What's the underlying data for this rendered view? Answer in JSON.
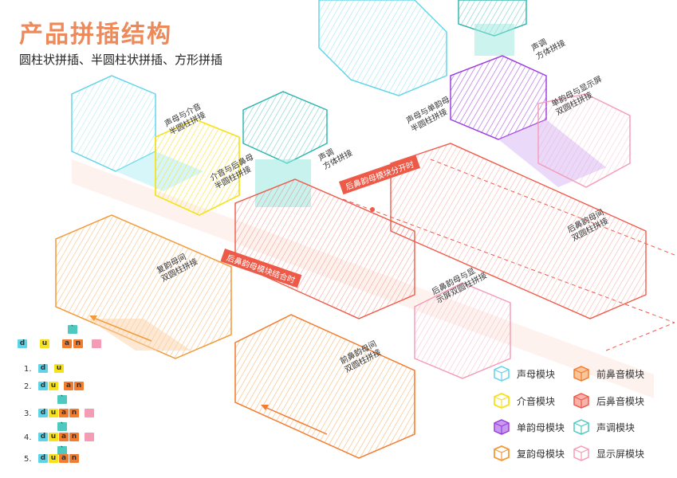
{
  "title": "产品拼插结构",
  "subtitle": "圆柱状拼插、半圆柱状拼插、方形拼插",
  "annotations": {
    "shengmu_jieyin": "声母与介音\n半圆柱拼接",
    "jieyin_houbi": "介音与后鼻母\n半圆柱拼接",
    "shengdiao_fangti_1": "声调\n方体拼接",
    "shengdiao_fangti_2": "声调\n方体拼接",
    "shengmu_danyun": "声母与单韵母\n半圆柱拼接",
    "danyun_xianshi": "单韵母与显示屏\n双圆柱拼接",
    "fuyun_shuang": "复韵母间\n双圆柱拼接",
    "houbi_shuang": "后鼻韵母间\n双圆柱拼接",
    "houbi_xianshi": "后鼻韵母与显\n示屏双圆柱拼接",
    "qianbi_shuang": "前鼻韵母间\n双圆柱拼接"
  },
  "banners": {
    "split": "后鼻韵母模块分开时",
    "combined": "后鼻韵母模块结合时"
  },
  "legend": [
    {
      "label": "声母模块",
      "color": "#5fd4e8",
      "icon": "cube-icon"
    },
    {
      "label": "前鼻音模块",
      "color": "#f47c2e",
      "icon": "cube-icon"
    },
    {
      "label": "介音模块",
      "color": "#f6e21a",
      "icon": "cube-icon"
    },
    {
      "label": "后鼻音模块",
      "color": "#f05a4a",
      "icon": "cube-icon"
    },
    {
      "label": "单韵母模块",
      "color": "#9b3de0",
      "icon": "cube-icon"
    },
    {
      "label": "声调模块",
      "color": "#4fc9c0",
      "icon": "cube-icon"
    },
    {
      "label": "复韵母模块",
      "color": "#f39a3a",
      "icon": "cube-icon"
    },
    {
      "label": "显示屏模块",
      "color": "#f59bb5",
      "icon": "cube-icon"
    }
  ],
  "steps": {
    "top_row": [
      "d",
      "u",
      "a",
      "n"
    ],
    "items": [
      {
        "num": "1.",
        "tiles": [
          "d",
          "u"
        ]
      },
      {
        "num": "2.",
        "tiles": [
          "d",
          "u",
          "a",
          "n"
        ]
      },
      {
        "num": "3.",
        "tiles": [
          "d",
          "u",
          "a",
          "n"
        ]
      },
      {
        "num": "4.",
        "tiles": [
          "d",
          "u",
          "a",
          "n"
        ]
      },
      {
        "num": "5.",
        "tiles": [
          "d",
          "u",
          "a",
          "n"
        ]
      }
    ]
  }
}
